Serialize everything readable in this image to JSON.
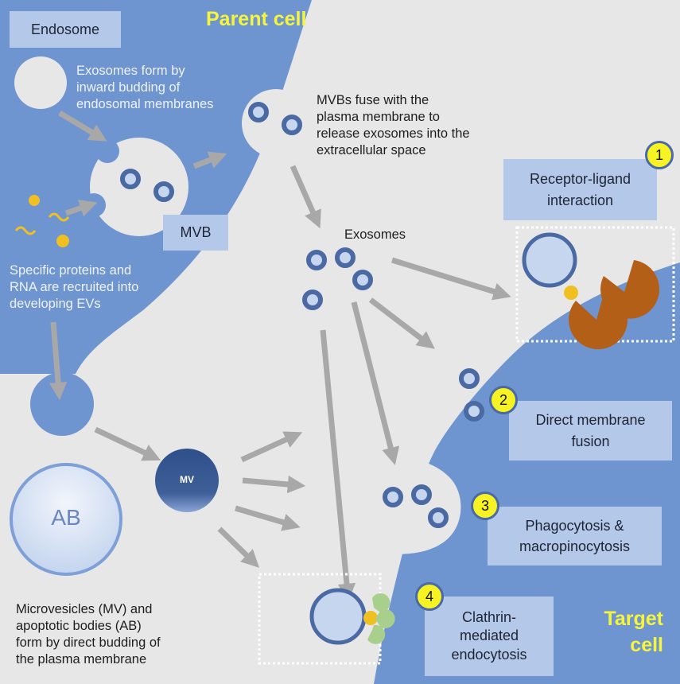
{
  "colors": {
    "cell_blue": "#6e95d0",
    "extracellular": "#e7e7e7",
    "vesicle_ring": "#4b6aa4",
    "vesicle_core": "#c5d6ee",
    "label_box": "#b4c9ea",
    "title_yellow": "#f5f53c",
    "badge_yellow": "#f7f222",
    "cargo_yellow": "#f0c020",
    "receptor_brown": "#b35f18",
    "clathrin_green": "#a9cf8c",
    "arrow_gray": "#a8a8a8",
    "mv_dark": "#3f5f99"
  },
  "titles": {
    "parent_cell": "Parent cell",
    "target_cell_line1": "Target",
    "target_cell_line2": "cell"
  },
  "labels": {
    "endosome": "Endosome",
    "mvb": "MVB",
    "exosomes": "Exosomes",
    "mv": "MV",
    "ab": "AB"
  },
  "captions": {
    "exosome_formation": [
      "Exosomes form by",
      "inward budding of",
      "endosomal membranes"
    ],
    "mvb_fusion": [
      "MVBs fuse with the",
      "plasma membrane to",
      "release exosomes into the",
      "extracellular space"
    ],
    "cargo_recruitment": [
      "Specific proteins and",
      "RNA are recruited into",
      "developing EVs"
    ],
    "mv_ab_formation": [
      "Microvesicles (MV) and",
      "apoptotic bodies (AB)",
      "form by direct budding of",
      "the plasma membrane"
    ]
  },
  "uptake_mechanisms": [
    {
      "number": "1",
      "lines": [
        "Receptor-ligand",
        "interaction"
      ]
    },
    {
      "number": "2",
      "lines": [
        "Direct membrane",
        "fusion"
      ]
    },
    {
      "number": "3",
      "lines": [
        "Phagocytosis &",
        "macropinocytosis"
      ]
    },
    {
      "number": "4",
      "lines": [
        "Clathrin-",
        "mediated",
        "endocytosis"
      ]
    }
  ]
}
